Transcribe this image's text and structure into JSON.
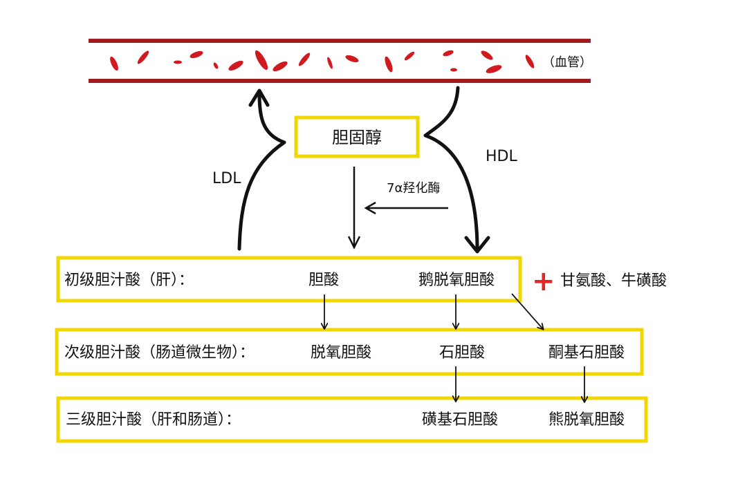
{
  "vessel": {
    "label": "（血管）",
    "wall_color": "#a31a1f",
    "cell_color": "#d11a20"
  },
  "cholesterol": {
    "label": "胆固醇"
  },
  "enzyme": {
    "label": "7α羟化酶"
  },
  "transport": {
    "ldl": "LDL",
    "hdl": "HDL"
  },
  "box_color": "#f2d600",
  "primary": {
    "label": "初级胆汁酸（肝）：",
    "items": [
      "胆酸",
      "鹅脱氧胆酸"
    ]
  },
  "addition": {
    "symbol": "+",
    "text": "甘氨酸、牛磺酸",
    "symbol_color": "#e32626"
  },
  "secondary": {
    "label": "次级胆汁酸（肠道微生物）：",
    "items": [
      "脱氧胆酸",
      "石胆酸",
      "酮基石胆酸"
    ]
  },
  "tertiary": {
    "label": "三级胆汁酸（肝和肠道）：",
    "items": [
      "磺基石胆酸",
      "熊脱氧胆酸"
    ]
  }
}
